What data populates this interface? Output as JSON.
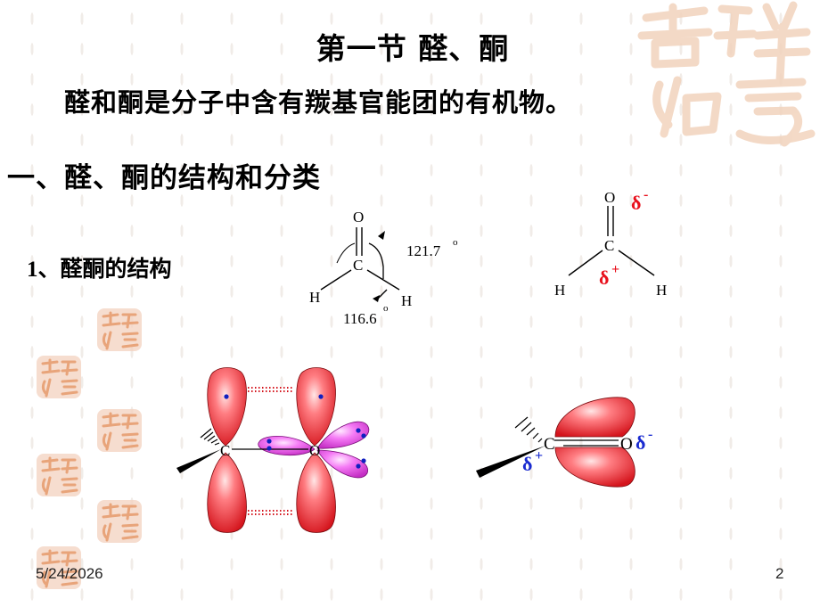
{
  "slide": {
    "title": "第一节  醛、酮",
    "intro": "醛和酮是分子中含有羰基官能团的有机物。",
    "section_heading": "一、醛、酮的结构和分类",
    "subheading_number": "1",
    "subheading_text": "、醛酮的结构",
    "footer_date": "5/24/2026",
    "page_number": "2"
  },
  "formaldehyde_geometry": {
    "atom_o": "O",
    "atom_c": "C",
    "atom_h_left": "H",
    "atom_h_right": "H",
    "angle_hco": "121.7",
    "angle_hch": "116.6",
    "degree_mark": "o"
  },
  "formaldehyde_polarity": {
    "atom_o": "O",
    "atom_c": "C",
    "atom_h_left": "H",
    "atom_h_right": "H",
    "delta_symbol": "δ",
    "charge_minus": "-",
    "charge_plus": "+"
  },
  "pi_orbital_diagram": {
    "atom_c": "C",
    "atom_o": "O"
  },
  "polar_orbital_diagram": {
    "atom_c": "C",
    "atom_o": "O",
    "delta_symbol": "δ",
    "charge_minus": "-",
    "charge_plus": "+"
  },
  "colors": {
    "orbital_red": "#e8323a",
    "lone_pair_magenta": "#f266f2",
    "electron_blue": "#1020c0",
    "delta_red": "#e8101c",
    "delta_blue": "#1a2bd0",
    "seal_tan": "#e8a47a"
  },
  "decorations": {
    "seal_icons": [
      "auspicious-seal-icon"
    ]
  }
}
